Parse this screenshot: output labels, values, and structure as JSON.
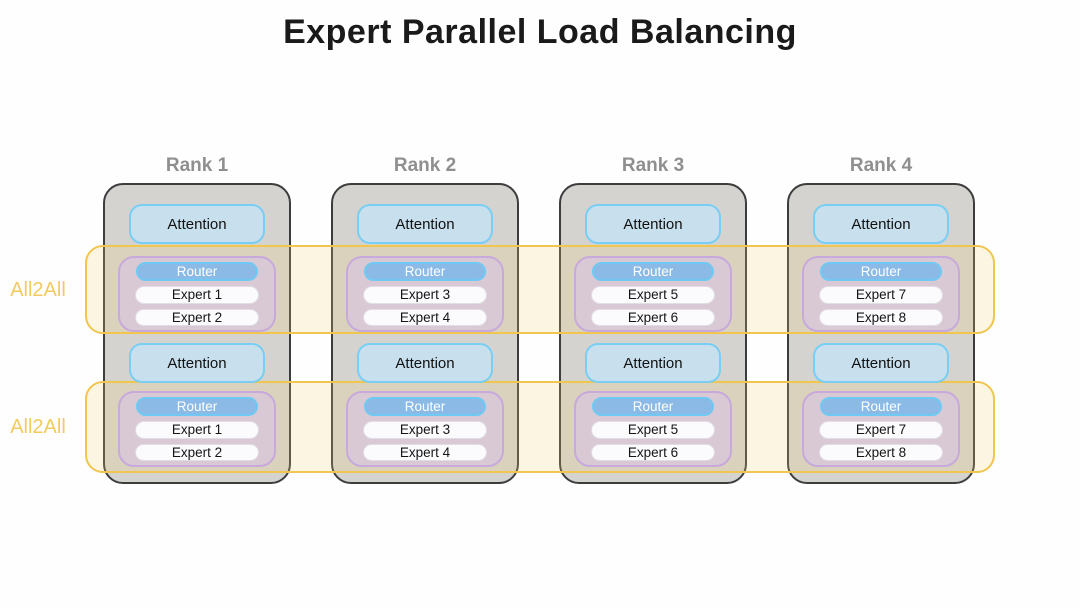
{
  "title": "Expert Parallel Load Balancing",
  "blocks": {
    "attention_label": "Attention",
    "router_label": "Router"
  },
  "all2all": {
    "labels": [
      "All2All",
      "All2All"
    ]
  },
  "ranks": [
    {
      "label": "Rank 1",
      "experts": [
        "Expert 1",
        "Expert 2"
      ]
    },
    {
      "label": "Rank 2",
      "experts": [
        "Expert 3",
        "Expert 4"
      ]
    },
    {
      "label": "Rank 3",
      "experts": [
        "Expert 5",
        "Expert 6"
      ]
    },
    {
      "label": "Rank 4",
      "experts": [
        "Expert 7",
        "Expert 8"
      ]
    }
  ],
  "colors": {
    "title-color": "#1a1a1a",
    "rank-label-color": "#8f8f8f",
    "rank-fill": "#d5d3cf",
    "rank-border": "#3d3d3d",
    "attention-fill": "#c8e0ee",
    "attention-border": "#79cef4",
    "moe-fill": "#d8c9d5",
    "moe-border": "#c7a9db",
    "router-fill": "#8cbae6",
    "router-border": "#6fc9f2",
    "expert-fill": "#fbfafc",
    "expert-border": "#e2dce4",
    "band-border": "#f0c64f",
    "band-fill": "rgba(240,210,115,0.20)",
    "all2all-color": "#f2cb5e"
  }
}
